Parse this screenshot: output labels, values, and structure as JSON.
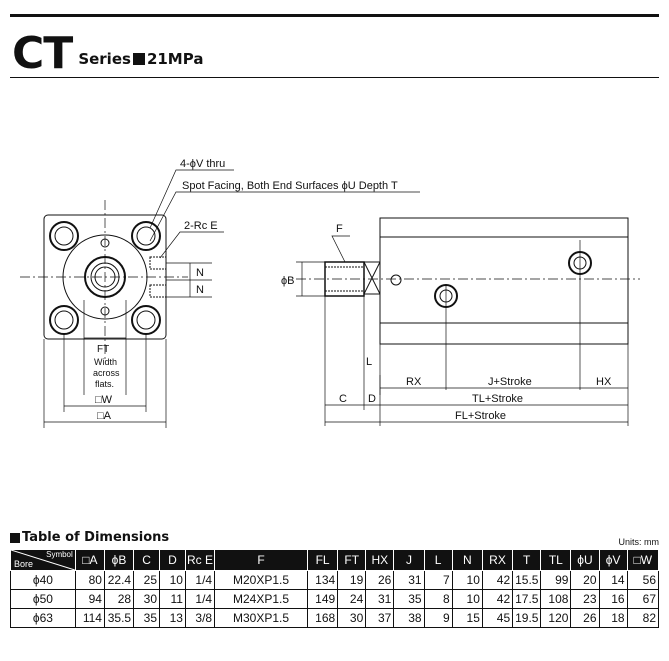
{
  "header": {
    "model": "CT",
    "series_label": "Series",
    "pressure": "21MPa"
  },
  "drawing": {
    "label_4v": "4-ϕV thru",
    "label_spot": "Spot Facing, Both End Surfaces ϕU Depth T",
    "label_rc": "2-Rc  E",
    "label_n1": "N",
    "label_n2": "N",
    "label_ft": "FT",
    "label_width": "Width",
    "label_across": "across",
    "label_flats": "flats.",
    "label_w": "□W",
    "label_a": "□A",
    "label_f": "F",
    "label_b": "ϕB",
    "label_l": "L",
    "label_rx": "RX",
    "label_jstroke": "J+Stroke",
    "label_hx": "HX",
    "label_c": "C",
    "label_d": "D",
    "label_tlstroke": "TL+Stroke",
    "label_flstroke": "FL+Stroke"
  },
  "table": {
    "title": "Table of Dimensions",
    "units": "Units: mm",
    "corner_symbol": "Symbol",
    "corner_bore": "Bore",
    "headers": [
      "□A",
      "ϕB",
      "C",
      "D",
      "Rc E",
      "F",
      "FL",
      "FT",
      "HX",
      "J",
      "L",
      "N",
      "RX",
      "T",
      "TL",
      "ϕU",
      "ϕV",
      "□W"
    ],
    "rows": [
      {
        "bore": "ϕ40",
        "cells": [
          "80",
          "22.4",
          "25",
          "10",
          "1/4",
          "M20XP1.5",
          "134",
          "19",
          "26",
          "31",
          "7",
          "10",
          "42",
          "15.5",
          "99",
          "20",
          "14",
          "56"
        ]
      },
      {
        "bore": "ϕ50",
        "cells": [
          "94",
          "28",
          "30",
          "11",
          "1/4",
          "M24XP1.5",
          "149",
          "24",
          "31",
          "35",
          "8",
          "10",
          "42",
          "17.5",
          "108",
          "23",
          "16",
          "67"
        ]
      },
      {
        "bore": "ϕ63",
        "cells": [
          "114",
          "35.5",
          "35",
          "13",
          "3/8",
          "M30XP1.5",
          "168",
          "30",
          "37",
          "38",
          "9",
          "15",
          "45",
          "19.5",
          "120",
          "26",
          "18",
          "82"
        ]
      }
    ]
  }
}
